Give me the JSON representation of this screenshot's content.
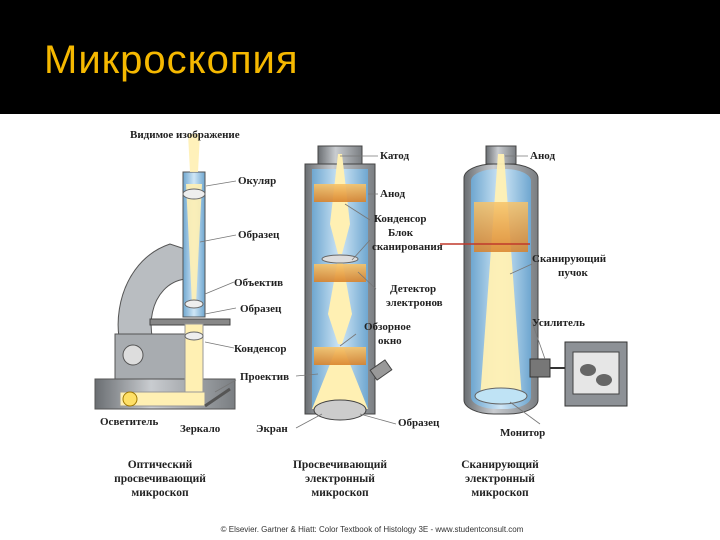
{
  "slide": {
    "title": "Микроскопия"
  },
  "figure": {
    "light_microscope": {
      "labels": {
        "visible_image": "Видимое изображение",
        "eyepiece": "Окуляр",
        "specimen_top": "Образец",
        "objective": "Объектив",
        "specimen": "Образец",
        "condenser": "Конденсор",
        "illuminator": "Осветитель",
        "mirror": "Зеркало"
      },
      "caption": [
        "Оптический",
        "просвечивающий",
        "микроскоп"
      ]
    },
    "tem": {
      "labels": {
        "cathode": "Катод",
        "anode": "Анод",
        "condenser": "Конденсор",
        "scan_block_1": "Блок",
        "scan_block_2": "сканирования",
        "electron_detector_1": "Детектор",
        "electron_detector_2": "электронов",
        "viewing_window_1": "Обзорное",
        "viewing_window_2": "окно",
        "projector": "Проектив",
        "screen": "Экран",
        "specimen": "Образец"
      },
      "caption": [
        "Просвечивающий",
        "электронный",
        "микроскоп"
      ]
    },
    "sem": {
      "labels": {
        "anode": "Анод",
        "scanning_beam_1": "Сканирующий",
        "scanning_beam_2": "пучок",
        "amplifier": "Усилитель",
        "monitor": "Монитор"
      },
      "caption": [
        "Сканирующий",
        "электронный",
        "микроскоп"
      ]
    },
    "credit": "© Elsevier. Gartner & Hiatt: Color Textbook of Histology 3E - www.studentconsult.com"
  },
  "colors": {
    "title": "#f5b800",
    "column_fill": "#9ecae8",
    "lens_orange": "#f0a23c",
    "beam": "#fff0b3"
  }
}
